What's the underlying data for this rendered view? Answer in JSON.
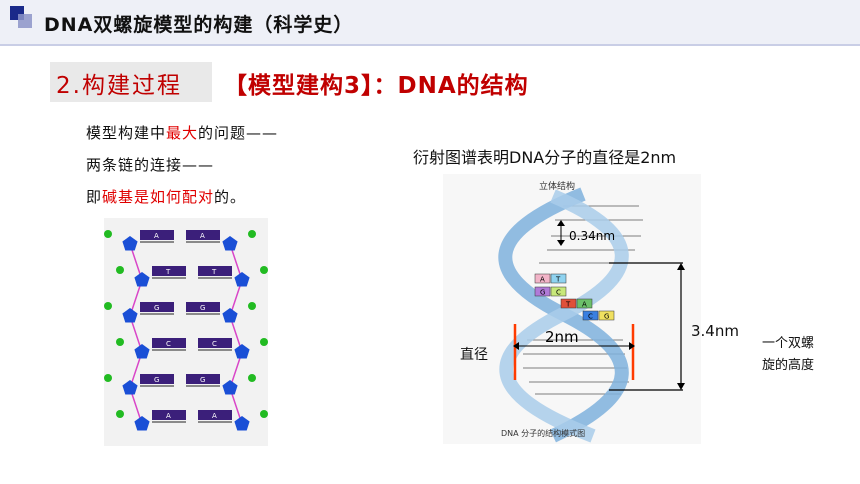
{
  "header": {
    "title": "DNA双螺旋模型的构建（科学史）"
  },
  "section": {
    "number": "2.构建过程",
    "subtitle": "【模型建构3】：DNA的结构"
  },
  "question": {
    "line1_pre": "模型构建中",
    "line1_red": "最大",
    "line1_post": "的问题——",
    "line2": "两条链的连接——",
    "line3_pre": "即",
    "line3_red": "碱基是如何配对",
    "line3_post": "的。"
  },
  "model_diagram": {
    "base_pairs": [
      {
        "left": "A",
        "right": "A"
      },
      {
        "left": "T",
        "right": "T"
      },
      {
        "left": "G",
        "right": "G"
      },
      {
        "left": "C",
        "right": "C"
      },
      {
        "left": "G",
        "right": "G"
      },
      {
        "left": "A",
        "right": "A"
      }
    ]
  },
  "figure": {
    "caption": "衍射图谱表明DNA分子的直径是2nm",
    "image_title": "立体结构",
    "image_footer": "DNA 分子的结构模式图",
    "rung_spacing": "0.34nm",
    "diameter_value": "2nm",
    "diameter_label": "直径",
    "pitch_value": "3.4nm",
    "pitch_label_line1": "一个双螺",
    "pitch_label_line2": "旋的高度",
    "chips": [
      "A",
      "T",
      "G",
      "C",
      "T",
      "A",
      "C",
      "G"
    ]
  }
}
